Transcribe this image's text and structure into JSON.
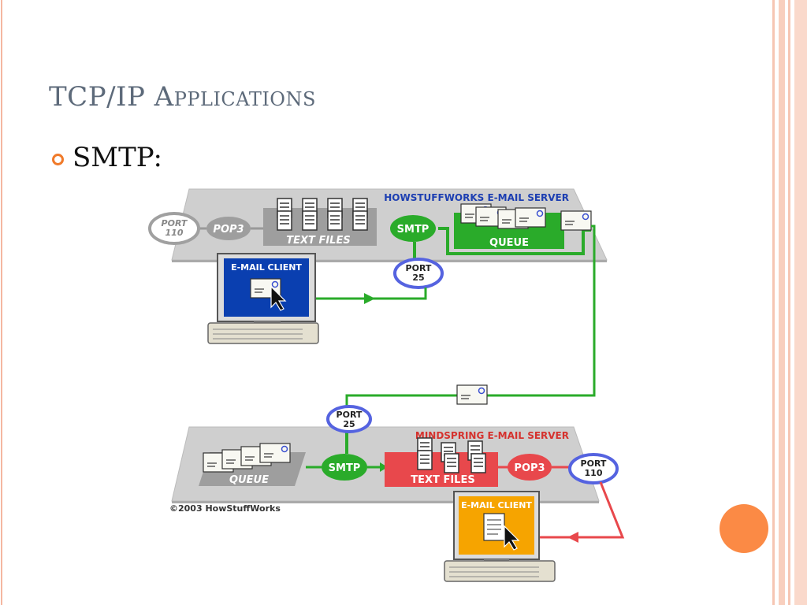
{
  "slide": {
    "title": "TCP/IP",
    "title_caps": "A",
    "title_small": "PPLICATIONS",
    "bullet": "SMTP:"
  },
  "diagram": {
    "top_server_label": "HOWSTUFFWORKS E-MAIL SERVER",
    "bottom_server_label": "MINDSPRING E-MAIL SERVER",
    "top": {
      "port_110": [
        "PORT",
        "110"
      ],
      "pop3": "POP3",
      "text_files": "TEXT FILES",
      "smtp": "SMTP",
      "queue": "QUEUE",
      "port_25": [
        "PORT",
        "25"
      ],
      "client": "E-MAIL CLIENT"
    },
    "bottom": {
      "port_25": [
        "PORT",
        "25"
      ],
      "queue": "QUEUE",
      "smtp": "SMTP",
      "text_files": "TEXT FILES",
      "pop3": "POP3",
      "port_110": [
        "PORT",
        "110"
      ],
      "client": "E-MAIL CLIENT"
    },
    "copyright": "©2003 HowStuffWorks"
  },
  "colors": {
    "accent_orange": "#f07a2a",
    "green": "#2aab2a",
    "red": "#e8484c",
    "blue_client": "#0a3fb0",
    "orange_client": "#f6a400"
  }
}
